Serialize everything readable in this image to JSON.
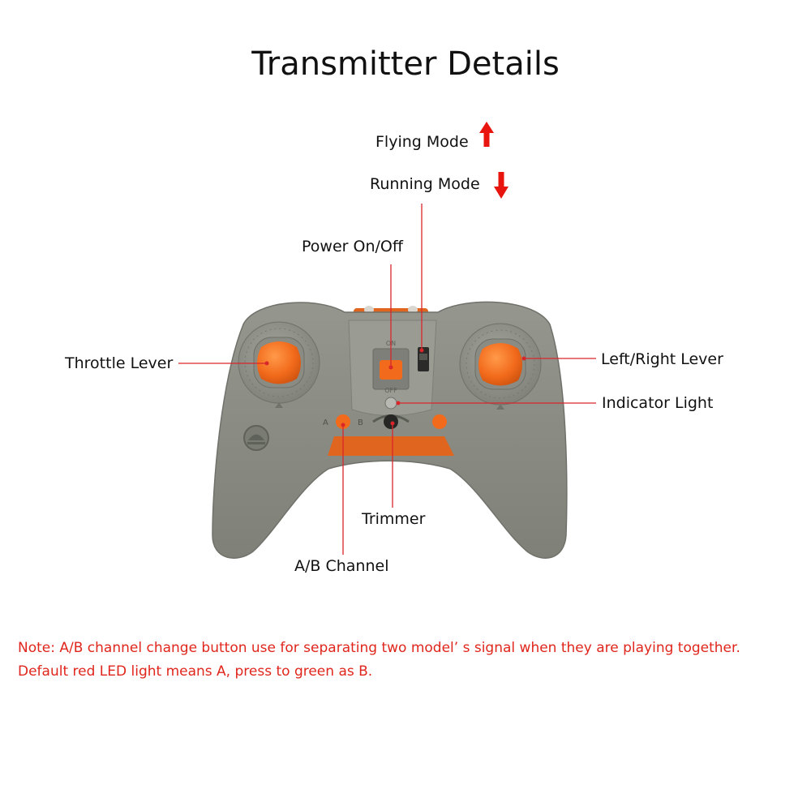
{
  "title": "Transmitter Details",
  "labels": {
    "flying_mode": "Flying Mode",
    "running_mode": "Running Mode",
    "power": "Power On/Off",
    "throttle": "Throttle Lever",
    "left_right": "Left/Right Lever",
    "indicator": "Indicator Light",
    "trimmer": "Trimmer",
    "ab_channel": "A/B Channel"
  },
  "controller_text": {
    "on": "ON",
    "off": "OFF",
    "a": "A",
    "b": "B"
  },
  "note": {
    "line1": "Note: A/B channel change button use for separating two model’ s signal when they are playing together.",
    "line2": "Default red LED light means A, press to green as B."
  },
  "colors": {
    "body": "#8a8c84",
    "orange": "#f26a1b",
    "leader": "#d9262a",
    "arrow": "#e8140e",
    "note": "#e0261c"
  },
  "icons": {
    "up": "arrow-up-icon",
    "down": "arrow-down-icon"
  }
}
